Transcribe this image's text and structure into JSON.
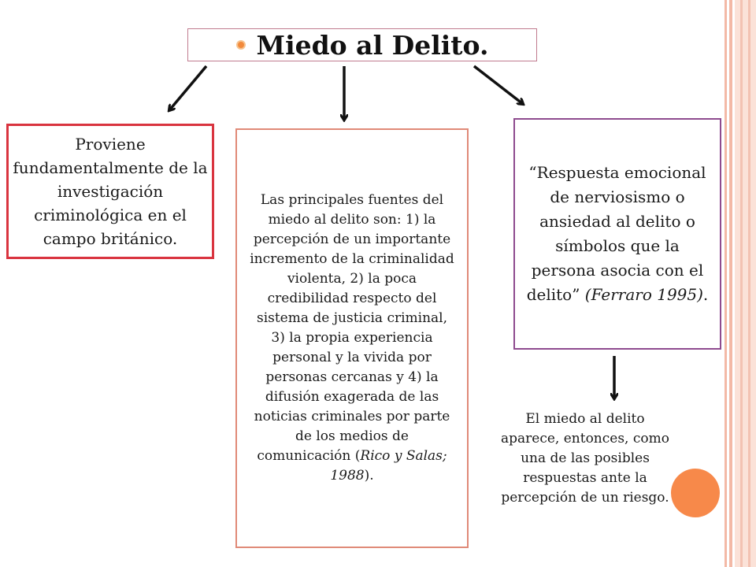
{
  "title": "Miedo al Delito.",
  "boxes": {
    "left": "Proviene fundamentalmente de la investigación criminológica en el campo británico.",
    "middle_main": "Las principales fuentes del miedo al delito son: 1) la percepción de un importante incremento de la criminalidad violenta, 2) la poca credibilidad respecto del sistema de justicia criminal, 3) la propia experiencia personal y la vivida por personas cercanas y 4) la difusión exagerada de las noticias criminales por parte de los medios de comunicación",
    "middle_cite_open": " (",
    "middle_cite": "Rico y Salas; 1988",
    "middle_cite_close": ").",
    "right_main": "“Respuesta emocional de nerviosismo o ansiedad al delito o símbolos que la persona asocia con el delito”",
    "right_cite": " (Ferraro 1995)",
    "right_end": "."
  },
  "bottom_text": "El miedo al delito aparece, entonces, como una de las posibles respuestas ante la percepción de un riesgo.",
  "colors": {
    "title_border": "#c07b8f",
    "left_border": "#d9343f",
    "middle_border": "#e08a78",
    "right_border": "#8e4b8f",
    "accent_orange": "#f7894a"
  }
}
